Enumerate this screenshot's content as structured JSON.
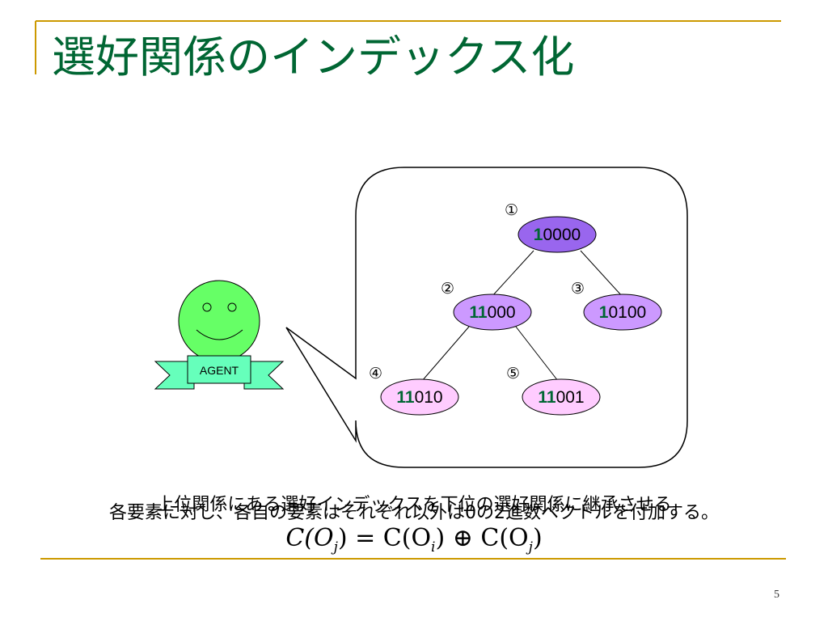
{
  "slide": {
    "title": "選好関係のインデックス化",
    "page_number": "5"
  },
  "colors": {
    "title": "#006633",
    "rule": "#cc9900",
    "root_node": "#9966ee",
    "level2_node": "#cc99ff",
    "level3_node": "#ffccff",
    "prefix_digits": "#006633",
    "agent_face": "#66ff66",
    "agent_ribbon": "#66ffbb"
  },
  "agent": {
    "label": "AGENT"
  },
  "tree": {
    "nodes": [
      {
        "id": "1",
        "marker": "①",
        "prefix": "1",
        "rest": "0000"
      },
      {
        "id": "2",
        "marker": "②",
        "prefix": "11",
        "rest": "000"
      },
      {
        "id": "3",
        "marker": "③",
        "prefix": "1",
        "rest": "0100"
      },
      {
        "id": "4",
        "marker": "④",
        "prefix": "11",
        "rest": "010"
      },
      {
        "id": "5",
        "marker": "⑤",
        "prefix": "11",
        "rest": "001"
      }
    ],
    "edges": [
      [
        "1",
        "2"
      ],
      [
        "1",
        "3"
      ],
      [
        "2",
        "4"
      ],
      [
        "2",
        "5"
      ]
    ]
  },
  "captions": {
    "line_a": "上位関係にある選好インデックスを下位の選好関係に継承させる",
    "line_b": "各要素に対し、各自の要素はそれぞれ以外は0の2進数ベクトルを付加する。"
  },
  "formula": {
    "lhs": "C(O",
    "lhs_sub": "j",
    "eq": ") = C(O",
    "mid_sub": "i",
    "op": ") ⊕ C(O",
    "rhs_sub": "j",
    "close": ")"
  }
}
